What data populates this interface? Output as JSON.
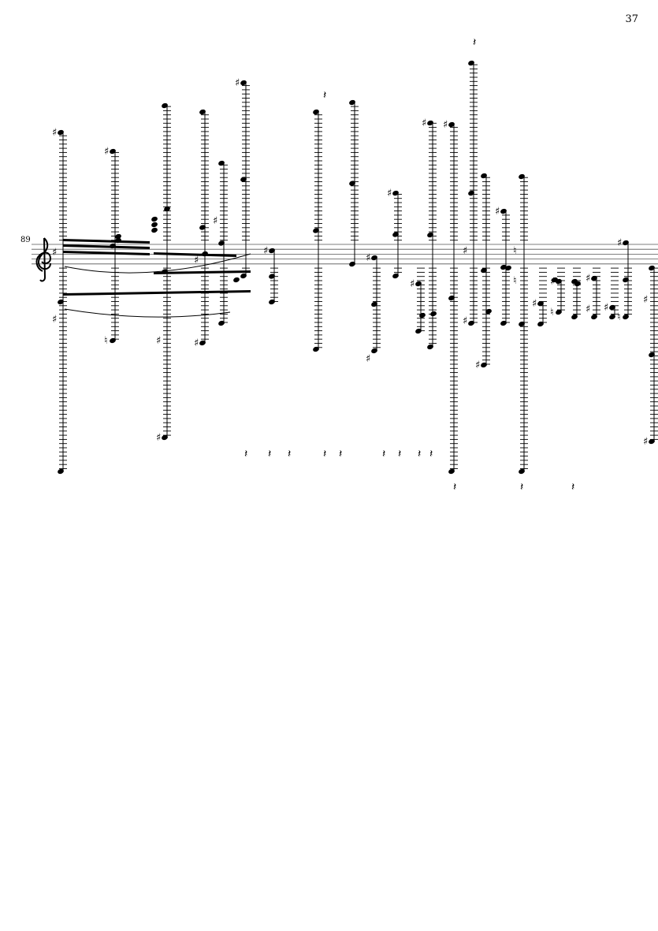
{
  "page": {
    "number": "37"
  },
  "system": {
    "measure_number": "89",
    "clef": "treble-clef-icon",
    "staff_lines": 5,
    "accidental_glyphs": {
      "sharp": "♯",
      "natural": "♮"
    }
  },
  "colors": {
    "ink": "#000000",
    "staff": "#555555",
    "paper": "#ffffff"
  }
}
